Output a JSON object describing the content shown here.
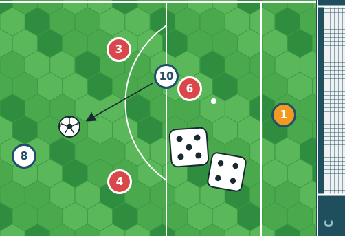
{
  "diagram": {
    "nodes": [
      {
        "text": [
          "3"
        ]
      },
      {
        "text": [
          "10"
        ]
      },
      {
        "text": [
          "6"
        ]
      },
      {
        "text": [
          "1"
        ]
      },
      {
        "text": [
          "8"
        ]
      },
      {
        "text": [
          "4"
        ]
      }
    ],
    "labels": [
      "C"
    ]
  }
}
